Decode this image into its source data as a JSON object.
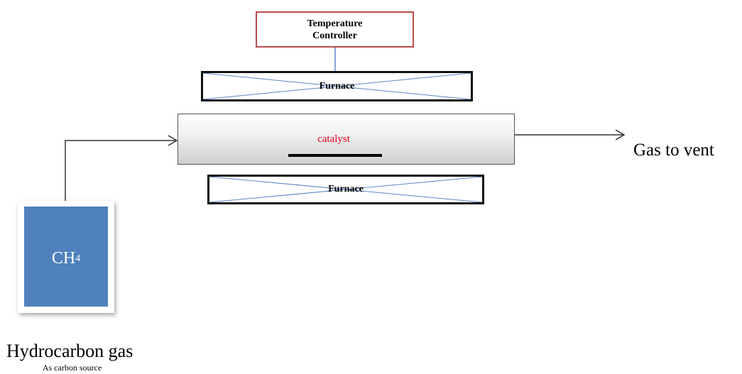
{
  "controller": {
    "line1": "Temperature",
    "line2": "Controller"
  },
  "furnace_top": {
    "label": "Furnace"
  },
  "furnace_bottom": {
    "label": "Furnace"
  },
  "reactor": {
    "catalyst_label": "catalyst"
  },
  "outlet": {
    "label": "Gas to vent"
  },
  "tank": {
    "formula": "CH",
    "subscript": "4"
  },
  "source": {
    "title": "Hydrocarbon gas",
    "subtitle": "As carbon source"
  },
  "colors": {
    "tank_fill": "#4f81bd",
    "controller_border": "#b84d4b",
    "catalyst_text": "#e0001b",
    "wire": "#5b87c5"
  }
}
